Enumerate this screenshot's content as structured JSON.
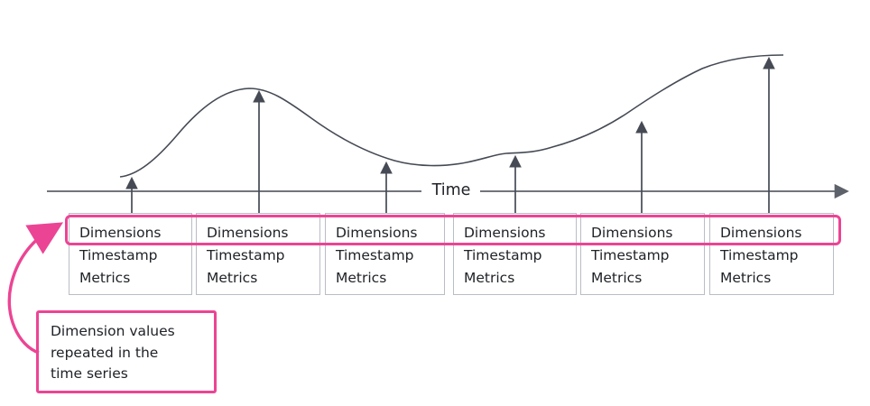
{
  "figure": {
    "axis_label": "Time",
    "record_boxes": [
      {
        "dimensions": "Dimensions",
        "timestamp": "Timestamp",
        "metrics": "Metrics"
      },
      {
        "dimensions": "Dimensions",
        "timestamp": "Timestamp",
        "metrics": "Metrics"
      },
      {
        "dimensions": "Dimensions",
        "timestamp": "Timestamp",
        "metrics": "Metrics"
      },
      {
        "dimensions": "Dimensions",
        "timestamp": "Timestamp",
        "metrics": "Metrics"
      },
      {
        "dimensions": "Dimensions",
        "timestamp": "Timestamp",
        "metrics": "Metrics"
      },
      {
        "dimensions": "Dimensions",
        "timestamp": "Timestamp",
        "metrics": "Metrics"
      }
    ],
    "callout": {
      "line1": "Dimension values",
      "line2": "repeated in the",
      "line3": "time series"
    },
    "colors": {
      "accent_pink": "#EC4494",
      "line_dark": "#454A54",
      "axis_gray": "#5D6169",
      "box_border": "#B9BDC5",
      "text": "#202328"
    }
  }
}
